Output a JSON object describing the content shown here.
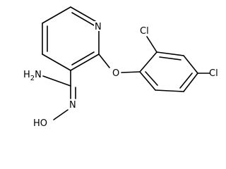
{
  "atom_labels": {
    "ring_nitrogen": "N",
    "chloro_ortho": "Cl",
    "chloro_para": "Cl",
    "ether_oxygen": "O",
    "amidine_amine": "H2N",
    "amidine_imine_nitrogen": "N",
    "hydroxyl": "HO"
  },
  "colors": {
    "bond": "#000000",
    "background": "#ffffff",
    "text": "#000000"
  }
}
